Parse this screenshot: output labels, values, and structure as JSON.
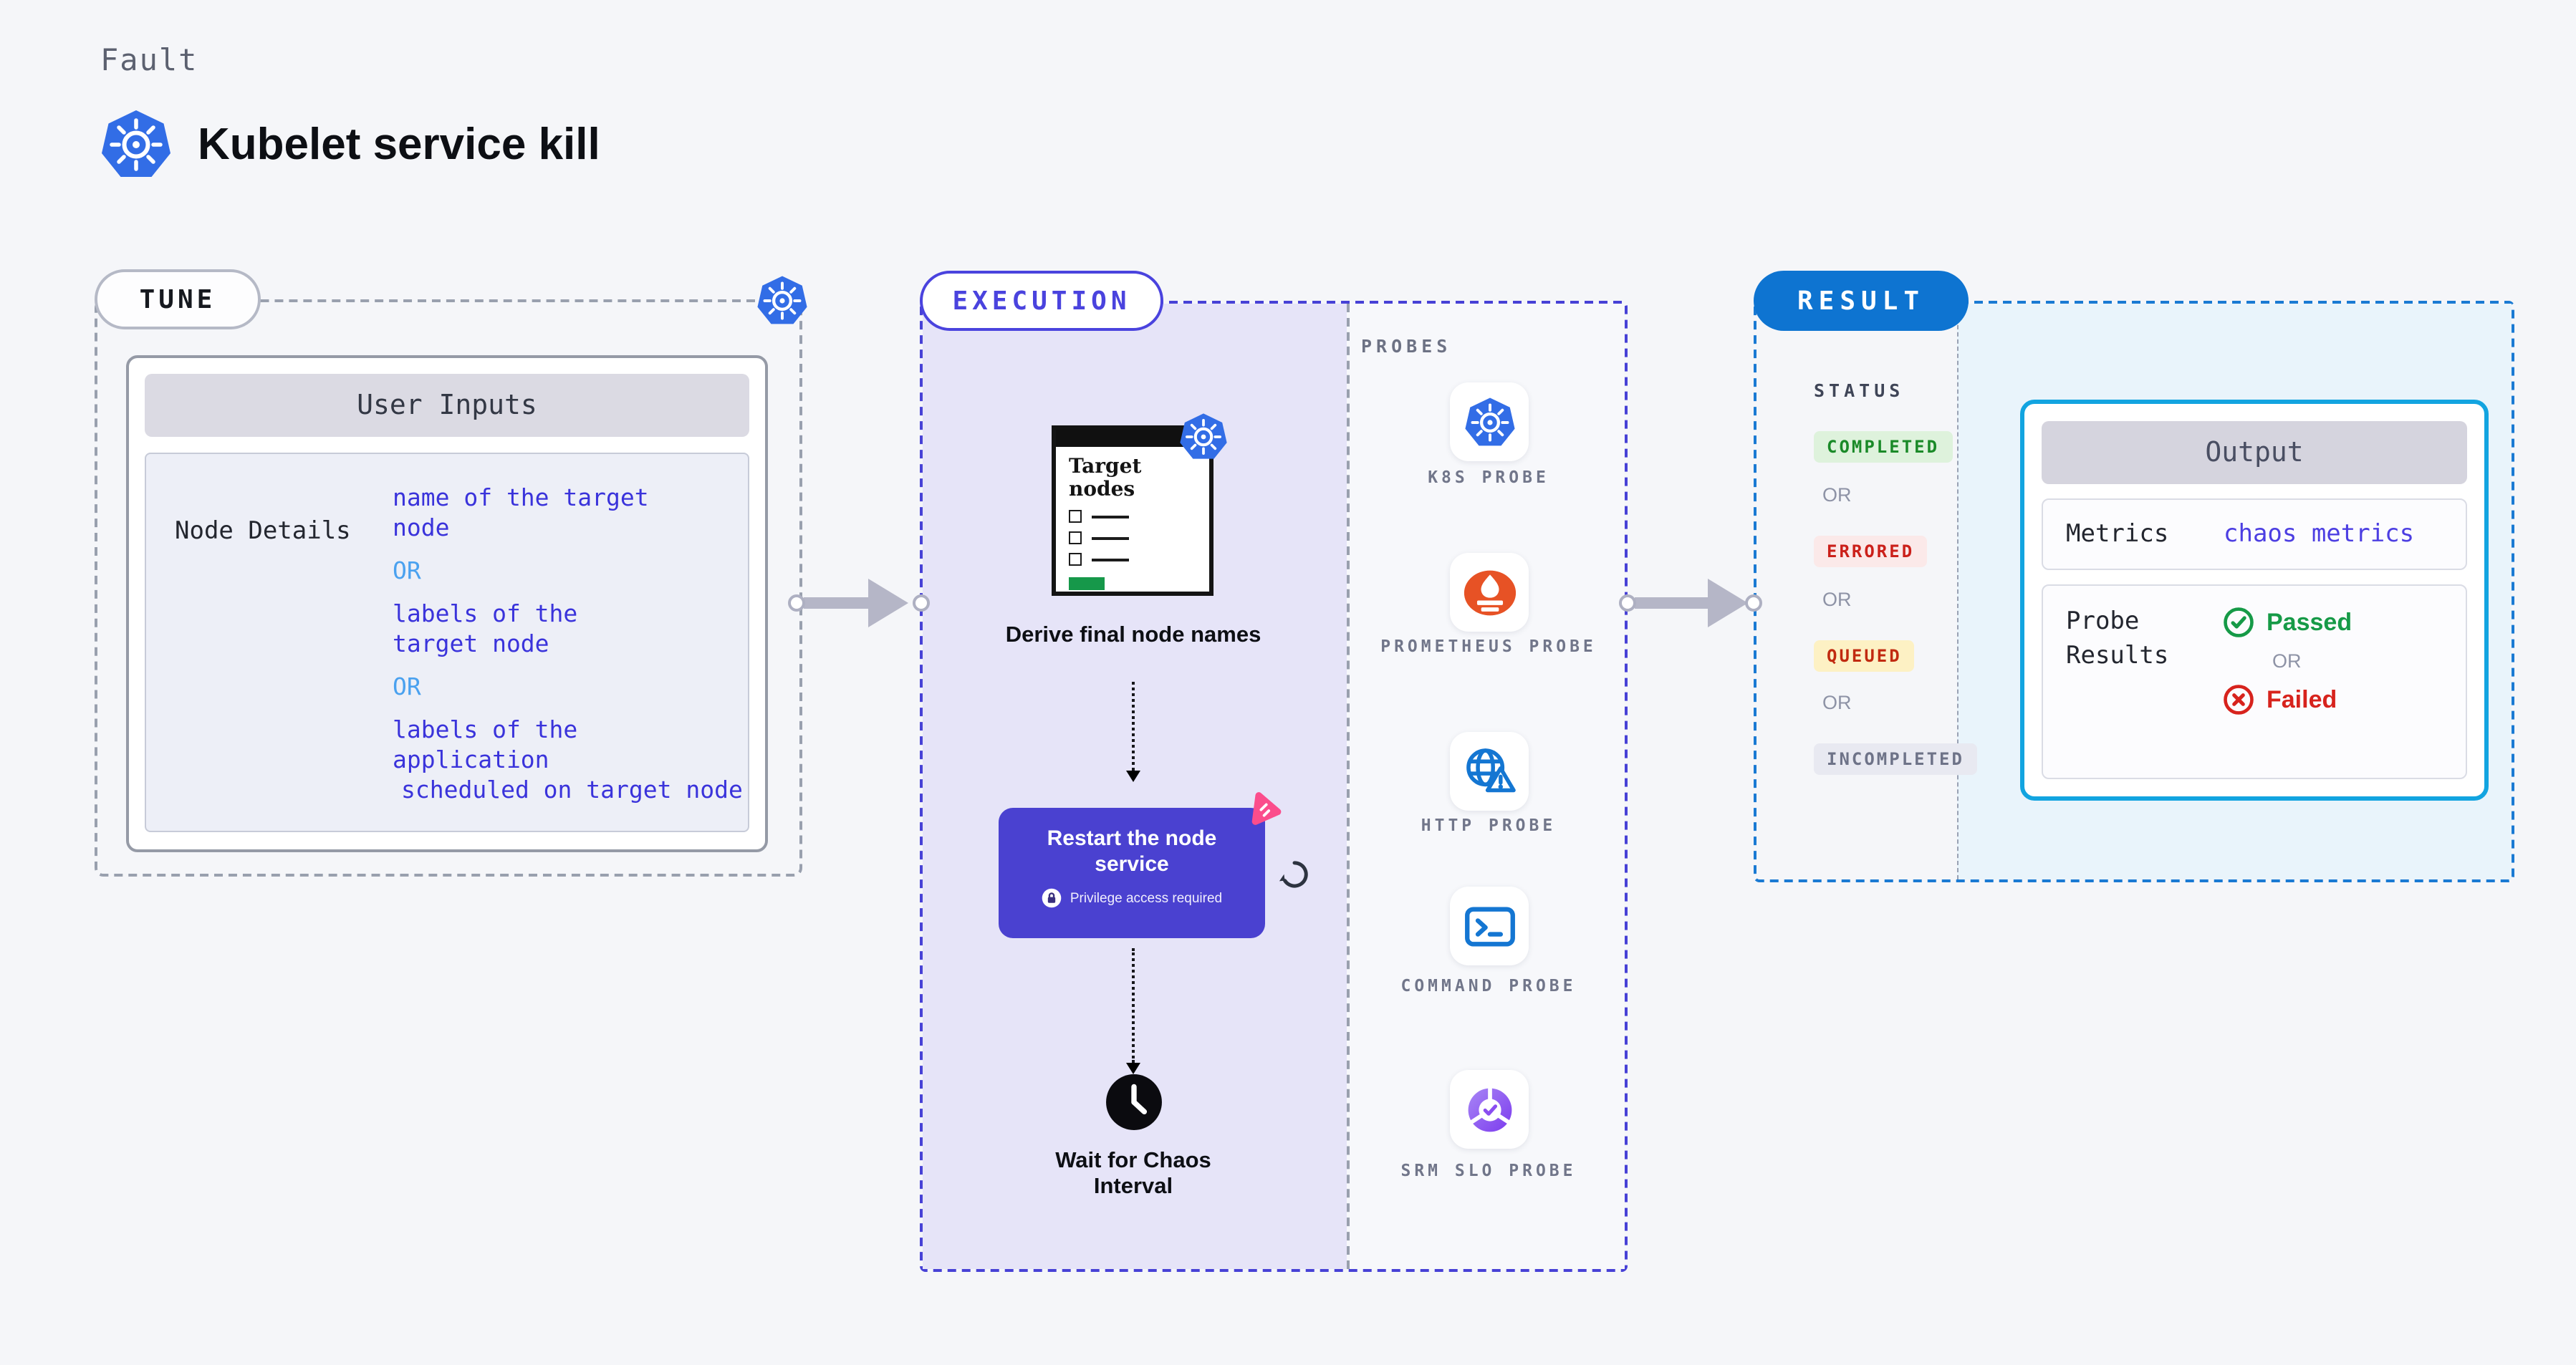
{
  "header": {
    "category": "Fault",
    "title": "Kubelet service kill"
  },
  "tune": {
    "pill": "TUNE",
    "user_inputs_title": "User Inputs",
    "node_details_label": "Node Details",
    "or_label": "OR",
    "options": [
      {
        "line1": "name of the target",
        "line2": "node"
      },
      {
        "line1": "labels of the",
        "line2": "target node"
      },
      {
        "line1": "labels of the application",
        "line2": "scheduled on target node"
      }
    ]
  },
  "execution": {
    "pill": "EXECUTION",
    "target_card_label": "Target nodes",
    "step1_caption": "Derive final node names",
    "restart_title": "Restart the node service",
    "restart_badge": "Privilege access required",
    "step3_caption": "Wait for Chaos Interval",
    "probes_label": "PROBES",
    "probes": [
      {
        "label": "K8S PROBE",
        "icon": "kubernetes-icon"
      },
      {
        "label": "PROMETHEUS PROBE",
        "icon": "prometheus-icon"
      },
      {
        "label": "HTTP PROBE",
        "icon": "http-globe-warning-icon"
      },
      {
        "label": "COMMAND PROBE",
        "icon": "terminal-icon"
      },
      {
        "label": "SRM SLO PROBE",
        "icon": "srm-slo-gauge-icon"
      }
    ]
  },
  "result": {
    "pill": "RESULT",
    "status_label": "STATUS",
    "or_label": "OR",
    "statuses": [
      {
        "label": "COMPLETED",
        "fg": "#1a8a28",
        "bg": "#def2dc"
      },
      {
        "label": "ERRORED",
        "fg": "#cb201a",
        "bg": "#fbe9e9"
      },
      {
        "label": "QUEUED",
        "fg": "#c12a10",
        "bg": "#fdf1c4"
      },
      {
        "label": "INCOMPLETED",
        "fg": "#6e7388",
        "bg": "#e8e9f1"
      }
    ],
    "output": {
      "title": "Output",
      "metrics_label": "Metrics",
      "metrics_value": "chaos metrics",
      "probe_results_label": "Probe Results",
      "passed_label": "Passed",
      "failed_label": "Failed"
    }
  },
  "colors": {
    "page_bg": "#f5f6f9",
    "execution_accent": "#4a43de",
    "execution_bg": "#e6e4f8",
    "result_accent": "#0e74d1",
    "result_bg": "#e9f4fb",
    "output_border": "#12a4e0",
    "restart_card_bg": "#4a41d0",
    "kubernetes_blue": "#326de6",
    "prometheus_orange": "#e75225",
    "probe_blue": "#1476d2",
    "srm_purple": "#7c3bee",
    "chaos_pink": "#fb4d8c",
    "passed_green": "#169a47",
    "failed_red": "#d7231d",
    "link_indigo": "#3a33db",
    "or_blue": "#4aa1ef"
  }
}
